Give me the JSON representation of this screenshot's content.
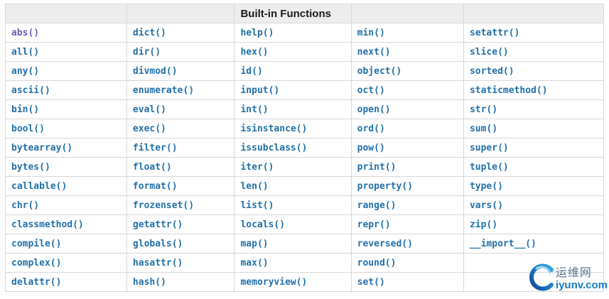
{
  "table": {
    "header": {
      "title": "Built-in Functions"
    },
    "columns": 5,
    "col_widths_pct": [
      20.3,
      18.0,
      19.5,
      18.8,
      23.4
    ],
    "rows": [
      [
        "abs()",
        "dict()",
        "help()",
        "min()",
        "setattr()"
      ],
      [
        "all()",
        "dir()",
        "hex()",
        "next()",
        "slice()"
      ],
      [
        "any()",
        "divmod()",
        "id()",
        "object()",
        "sorted()"
      ],
      [
        "ascii()",
        "enumerate()",
        "input()",
        "oct()",
        "staticmethod()"
      ],
      [
        "bin()",
        "eval()",
        "int()",
        "open()",
        "str()"
      ],
      [
        "bool()",
        "exec()",
        "isinstance()",
        "ord()",
        "sum()"
      ],
      [
        "bytearray()",
        "filter()",
        "issubclass()",
        "pow()",
        "super()"
      ],
      [
        "bytes()",
        "float()",
        "iter()",
        "print()",
        "tuple()"
      ],
      [
        "callable()",
        "format()",
        "len()",
        "property()",
        "type()"
      ],
      [
        "chr()",
        "frozenset()",
        "list()",
        "range()",
        "vars()"
      ],
      [
        "classmethod()",
        "getattr()",
        "locals()",
        "repr()",
        "zip()"
      ],
      [
        "compile()",
        "globals()",
        "map()",
        "reversed()",
        "__import__()"
      ],
      [
        "complex()",
        "hasattr()",
        "max()",
        "round()",
        ""
      ],
      [
        "delattr()",
        "hash()",
        "memoryview()",
        "set()",
        ""
      ]
    ],
    "visited_links": [
      "abs()"
    ],
    "colors": {
      "link": "#2270a9",
      "visited": "#6d5cb4",
      "border": "#d8d8d8",
      "header_bg": "#ededed",
      "header_text": "#1a1a1a"
    }
  },
  "watermark": {
    "site_name": "运维网",
    "domain": "iyunv.com",
    "colors": {
      "swoosh_dark": "#0d47a1",
      "swoosh_light": "#35aae2",
      "site_name": "#55738e",
      "domain": "#1a7cc4"
    }
  }
}
